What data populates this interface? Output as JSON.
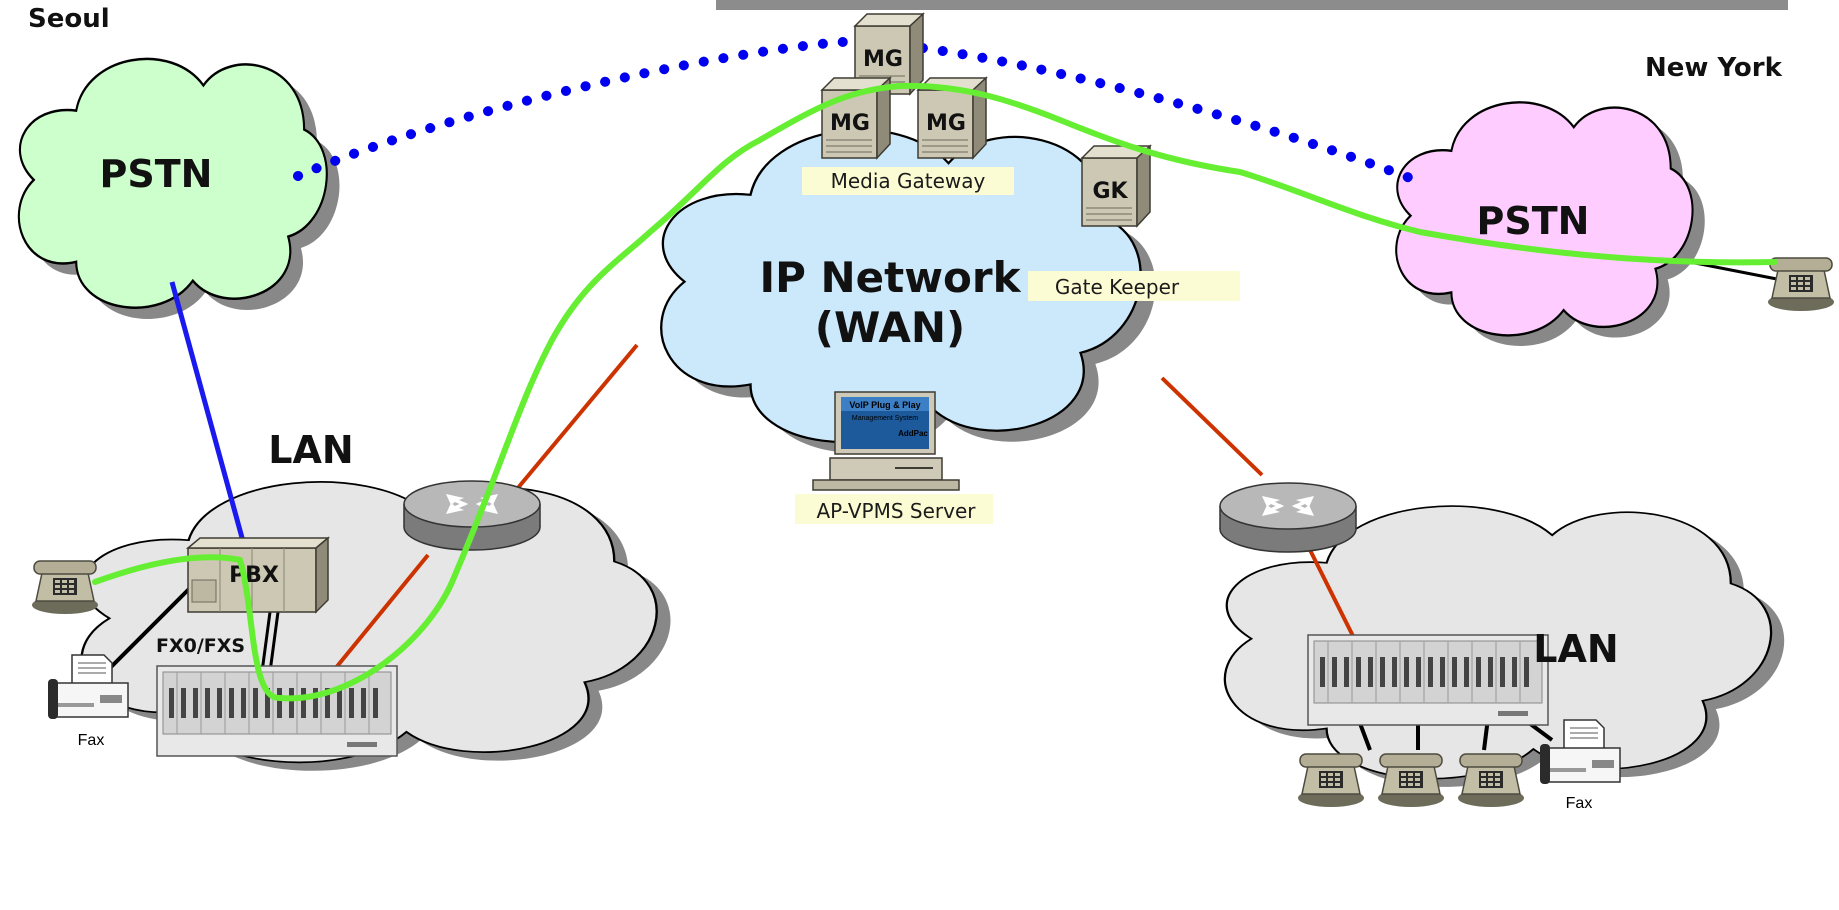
{
  "locations": {
    "left": "Seoul",
    "right": "New York"
  },
  "networks": {
    "pstn_left": "PSTN",
    "pstn_right": "PSTN",
    "wan_line1": "IP Network",
    "wan_line2": "(WAN)",
    "lan_left": "LAN",
    "lan_right": "LAN"
  },
  "devices": {
    "mg": "MG",
    "gk": "GK",
    "pbx": "PBX",
    "fxo_fxs": "FX0/FXS",
    "fax": "Fax",
    "server_screen_line1": "VoIP Plug & Play",
    "server_screen_line2": "Management System",
    "server_screen_brand": "AddPac"
  },
  "callouts": {
    "media_gateway": "Media Gateway",
    "gate_keeper": "Gate Keeper",
    "vpms_server": "AP-VPMS Server"
  },
  "colors": {
    "pstn_left_fill": "#ccffcc",
    "pstn_right_fill": "#ffccff",
    "wan_fill": "#cce9fb",
    "lan_fill": "#e6e6e6",
    "call_path": "#66ee33",
    "dotted_trunk": "#0000ee",
    "pstn_link": "#1a1aee",
    "router_link": "#cc3300",
    "callout_bg": "#fbfbd4",
    "server_beige": "#cfcab8",
    "top_bar": "#8c8c8c"
  }
}
